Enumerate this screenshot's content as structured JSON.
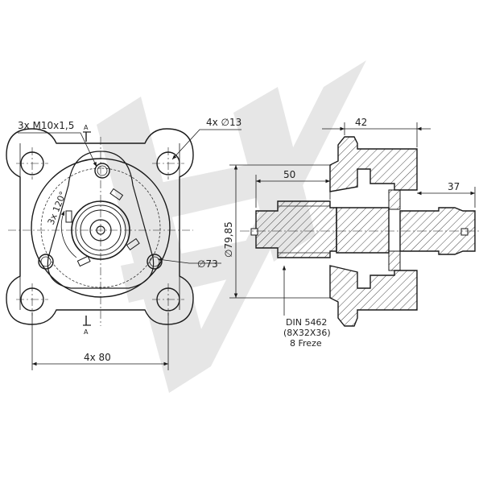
{
  "labels": {
    "thread": "3x M10x1,5",
    "cut_top": "A",
    "cut_bottom": "A",
    "holes": "4x ∅13",
    "angle": "3x 120°",
    "bolt_circle": "∅73",
    "bolt_spacing": "4x 80",
    "flange_depth": "42",
    "shaft_length": "50",
    "shaft_dia": "∅79,85",
    "rear_shaft": "37",
    "spline_std": "DIN 5462",
    "spline_dims": "(8X32X36)",
    "spline_note": "8 Freze"
  },
  "colors": {
    "line": "#1a1a1a",
    "watermark": "#e6e6e6"
  }
}
